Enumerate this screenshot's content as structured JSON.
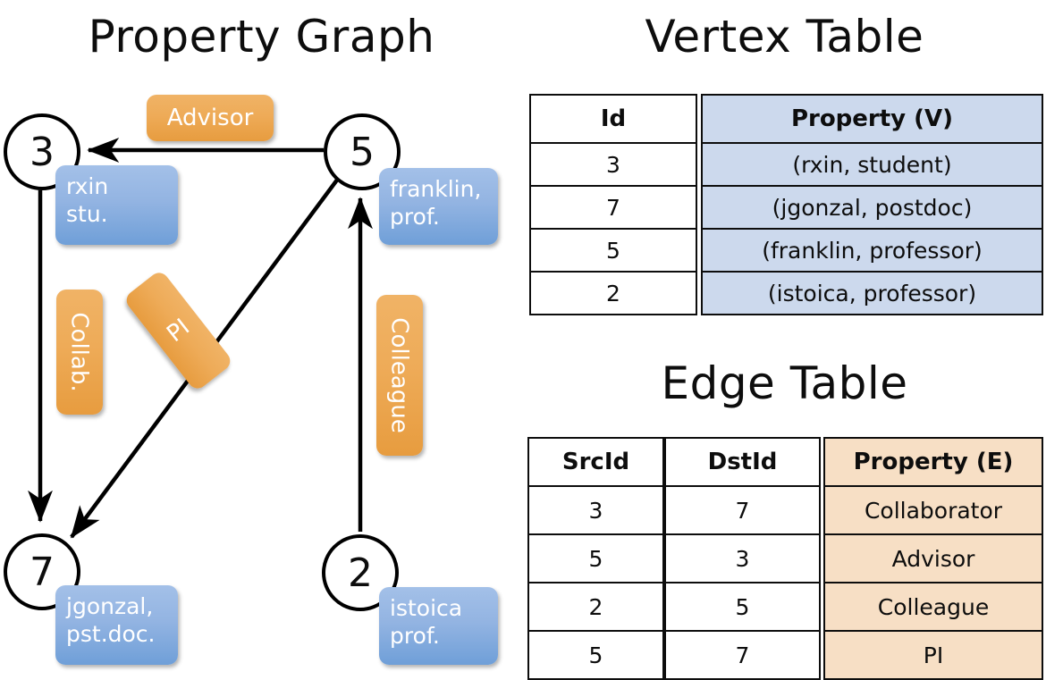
{
  "titles": {
    "graph": "Property Graph",
    "vertex_table": "Vertex Table",
    "edge_table": "Edge Table"
  },
  "graph": {
    "nodes": [
      {
        "id": "3",
        "property": "rxin\nstu."
      },
      {
        "id": "5",
        "property": "franklin,\nprof."
      },
      {
        "id": "7",
        "property": "jgonzal,\npst.doc."
      },
      {
        "id": "2",
        "property": "istoica\nprof."
      }
    ],
    "node_labels": {
      "n3": "3",
      "n5": "5",
      "n7": "7",
      "n2": "2"
    },
    "vertex_props": {
      "p3_line1": "rxin",
      "p3_line2": "stu.",
      "p5_line1": "franklin,",
      "p5_line2": "prof.",
      "p7_line1": "jgonzal,",
      "p7_line2": "pst.doc.",
      "p2_line1": "istoica",
      "p2_line2": "prof."
    },
    "edge_labels": {
      "advisor": "Advisor",
      "collab": "Collab.",
      "pi": "PI",
      "colleague": "Colleague"
    },
    "edges": [
      {
        "src": "5",
        "dst": "3",
        "label": "Advisor"
      },
      {
        "src": "3",
        "dst": "7",
        "label": "Collab."
      },
      {
        "src": "5",
        "dst": "7",
        "label": "PI"
      },
      {
        "src": "2",
        "dst": "5",
        "label": "Colleague"
      }
    ]
  },
  "vertex_table": {
    "headers": [
      "Id",
      "Property (V)"
    ],
    "rows": [
      {
        "id": "3",
        "property": "(rxin, student)"
      },
      {
        "id": "7",
        "property": "(jgonzal, postdoc)"
      },
      {
        "id": "5",
        "property": "(franklin, professor)"
      },
      {
        "id": "2",
        "property": "(istoica, professor)"
      }
    ]
  },
  "edge_table": {
    "headers": [
      "SrcId",
      "DstId",
      "Property (E)"
    ],
    "rows": [
      {
        "src": "3",
        "dst": "7",
        "property": "Collaborator"
      },
      {
        "src": "5",
        "dst": "3",
        "property": "Advisor"
      },
      {
        "src": "2",
        "dst": "5",
        "property": "Colleague"
      },
      {
        "src": "5",
        "dst": "7",
        "property": "PI"
      }
    ]
  },
  "colors": {
    "vertex_cell": "#ccd9ed",
    "edge_cell": "#f7dfc5",
    "vertex_box": "#8cb0e0",
    "edge_box": "#eeab58",
    "stroke": "#000000"
  }
}
